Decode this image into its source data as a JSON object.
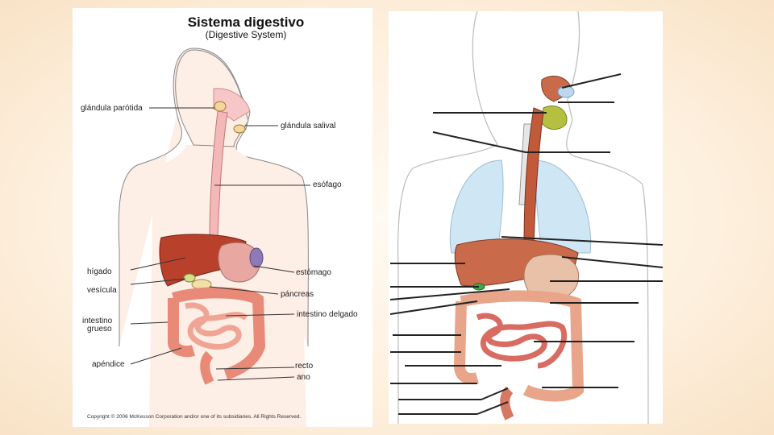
{
  "left_diagram": {
    "title": "Sistema digestivo",
    "subtitle": "(Digestive System)",
    "labels": {
      "parotid": "glándula parótida",
      "salivary": "glándula salival",
      "esophagus": "esófago",
      "liver": "hígado",
      "stomach": "estómago",
      "gallbladder": "vesícula",
      "pancreas": "páncreas",
      "large_intestine_1": "intestino",
      "large_intestine_2": "grueso",
      "small_intestine": "intestino delgado",
      "appendix": "apéndice",
      "rectum": "recto",
      "anus": "ano"
    },
    "copyright": "Copyright © 2006 McKesson Corporation and/or one of its subsidiaries. All Rights Reserved."
  },
  "colors": {
    "background": "#fdf0de",
    "skin": "#fdeee6",
    "esophagus": "#f4b8b8",
    "liver": "#b9412c",
    "stomach": "#e9a7a2",
    "intestine": "#e98a78",
    "lungs": "#cfe6f5",
    "tongue": "#b6c040",
    "nose": "#c96a4a"
  }
}
